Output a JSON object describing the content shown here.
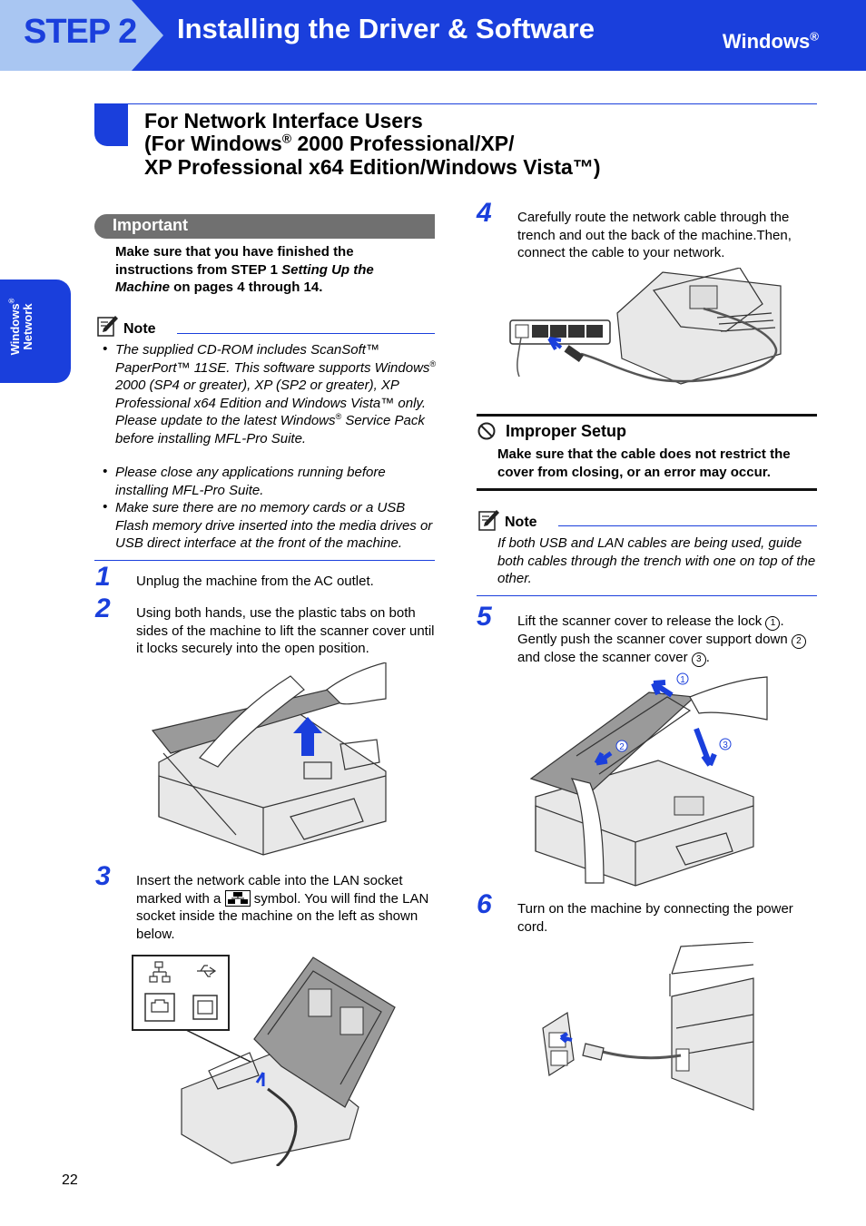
{
  "header": {
    "step_label": "STEP 2",
    "title": "Installing the Driver & Software",
    "os": "Windows",
    "os_mark": "®"
  },
  "side_tab": {
    "line1": "Windows",
    "mark": "®",
    "line2": "Network"
  },
  "section": {
    "line1": "For Network Interface Users",
    "line2_a": "(For Windows",
    "line2_mark": "®",
    "line2_b": " 2000 Professional/XP/",
    "line3": "XP Professional x64 Edition/Windows Vista™)"
  },
  "important": {
    "title": "Important",
    "text_a": "Make sure that you have finished the instructions from STEP 1 ",
    "text_italic": "Setting Up the Machine",
    "text_b": " on pages 4 through 14."
  },
  "note1": {
    "title": "Note",
    "items": [
      "The supplied CD-ROM includes ScanSoft™ PaperPort™ 11SE. This software supports Windows® 2000 (SP4 or greater), XP (SP2 or greater), XP Professional x64 Edition and Windows Vista™ only. Please update to the latest Windows® Service Pack before installing MFL-Pro Suite.",
      "Please close any applications running before installing MFL-Pro Suite.",
      "Make sure there are no memory cards or a USB Flash memory drive inserted into the media drives or USB direct interface at the front of the machine."
    ]
  },
  "steps": {
    "s1": {
      "num": "1",
      "text": "Unplug the machine from the AC outlet."
    },
    "s2": {
      "num": "2",
      "text": "Using both hands, use the plastic tabs on both sides of the machine to lift the scanner cover until it locks securely into the open position."
    },
    "s3": {
      "num": "3",
      "text_a": "Insert the network cable into the LAN socket marked with a",
      "text_b": "symbol. You will find the LAN socket inside the machine on the left as shown below."
    },
    "s4": {
      "num": "4",
      "text": "Carefully route the network cable through the trench and out the back of the machine.Then, connect the cable to your network."
    },
    "s5": {
      "num": "5",
      "text_a": "Lift the scanner cover to release the lock",
      "c1": "1",
      "text_b": ". Gently push the scanner cover support down",
      "c2": "2",
      "text_c": "and close the scanner cover",
      "c3": "3",
      "text_d": "."
    },
    "s6": {
      "num": "6",
      "text": "Turn on the machine by connecting the power cord."
    }
  },
  "improper": {
    "title": "Improper Setup",
    "text": "Make sure that the cable does not restrict the cover from closing, or an error may occur."
  },
  "note2": {
    "title": "Note",
    "text": "If both USB and LAN cables are being used, guide both cables through the trench with one on top of the other."
  },
  "figure_labels": {
    "f5_1": "1",
    "f5_2": "2",
    "f5_3": "3"
  },
  "colors": {
    "brand_blue": "#1a3fdc",
    "important_grey": "#707070"
  },
  "page_number": "22"
}
